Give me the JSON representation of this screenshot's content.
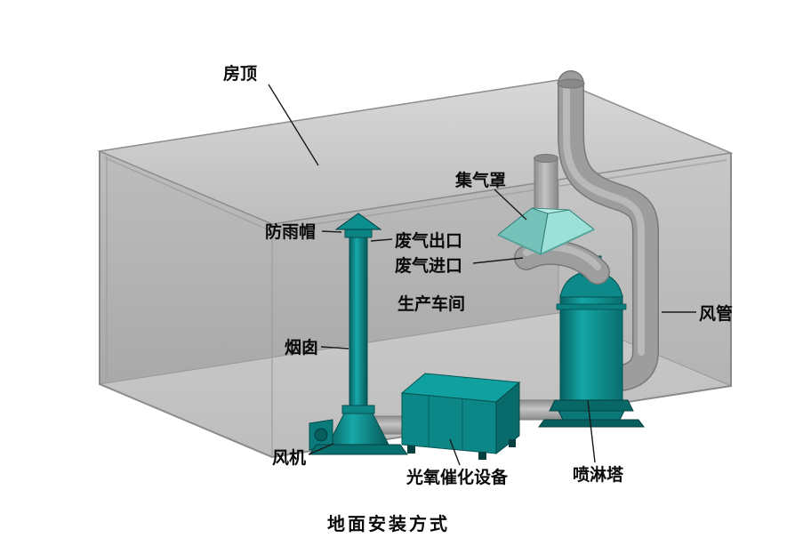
{
  "caption": "地面安装方式",
  "labels": {
    "roof": "房顶",
    "gas_collection_hood": "集气罩",
    "rain_cap": "防雨帽",
    "exhaust_gas_outlet": "废气出口",
    "exhaust_gas_inlet": "废气进口",
    "production_workshop": "生产车间",
    "chimney": "烟囱",
    "air_duct": "风管",
    "fan": "风机",
    "photo_oxygen_catalytic_equipment": "光氧催化设备",
    "spray_tower": "喷淋塔"
  },
  "colors": {
    "equipment_teal": "#0d8b8b",
    "hood_cyan": "#8ed5cc",
    "duct_gray": "#9d9d9d",
    "building_gray": "#c8c8c8",
    "label_text": "#0a0a0a",
    "background": "#ffffff"
  }
}
